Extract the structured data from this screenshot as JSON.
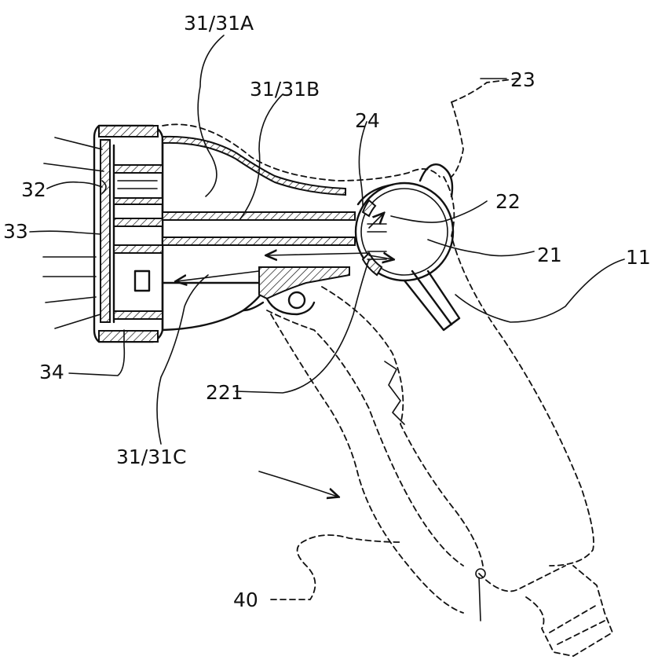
{
  "labels": {
    "l_31_31A": "31/31A",
    "l_31_31B": "31/31B",
    "l_23": "23",
    "l_24": "24",
    "l_22": "22",
    "l_21": "21",
    "l_11": "11",
    "l_32": "32",
    "l_33": "33",
    "l_34": "34",
    "l_221": "221",
    "l_31_31C": "31/31C",
    "l_40": "40"
  }
}
